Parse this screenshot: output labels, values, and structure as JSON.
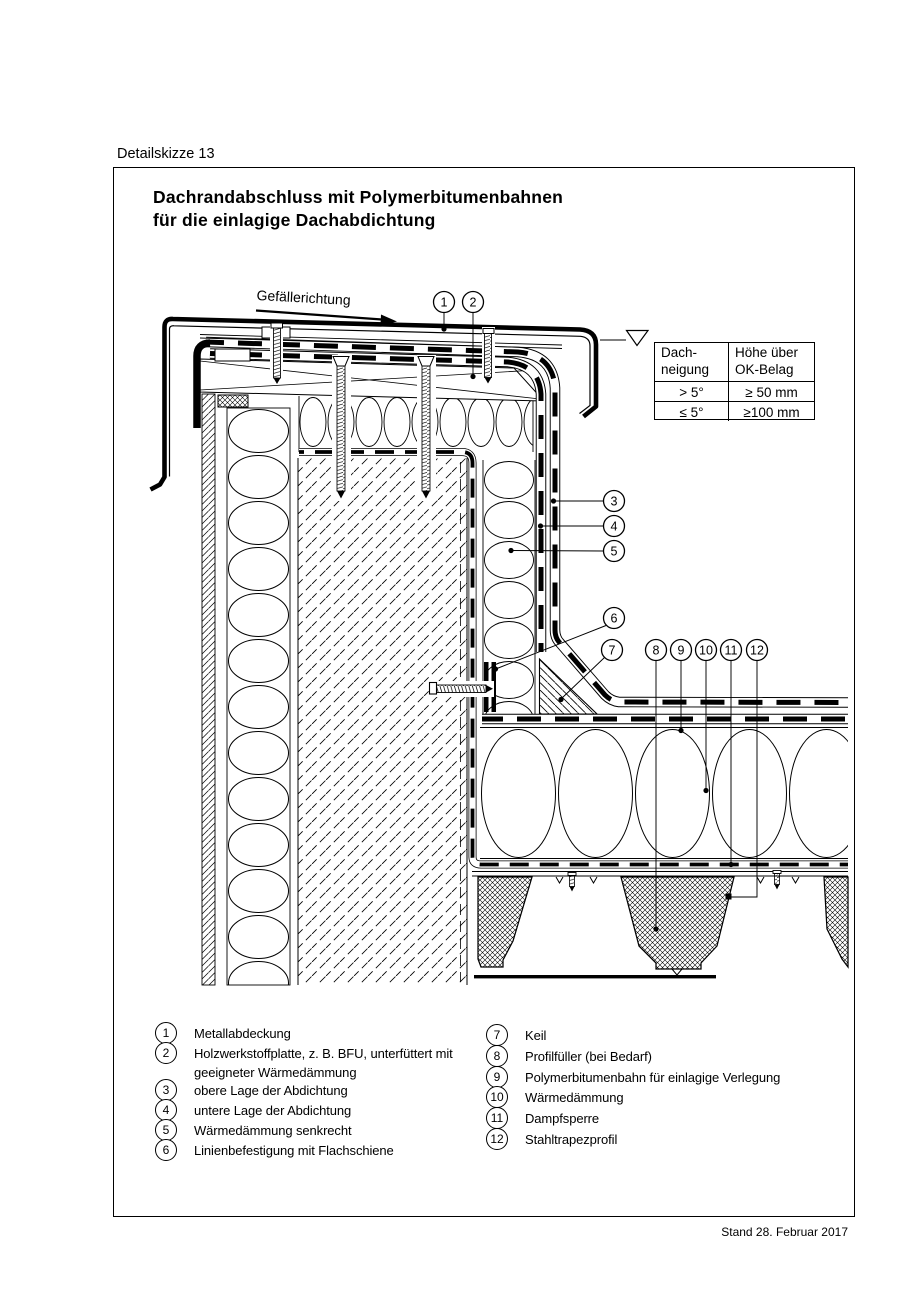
{
  "page": {
    "header": "Detailskizze 13",
    "footer": "Stand 28. Februar 2017"
  },
  "title": {
    "line1": "Dachrandabschluss mit Polymerbitumenbahnen",
    "line2": "für die einlagige Dachabdichtung"
  },
  "drawing": {
    "slope_label": "Gefällerichtung"
  },
  "table": {
    "col1_header_line1": "Dach-",
    "col1_header_line2": "neigung",
    "col2_header_line1": "Höhe über",
    "col2_header_line2": "OK-Belag",
    "rows": [
      {
        "slope": "> 5°",
        "height": "≥ 50 mm"
      },
      {
        "slope": "≤ 5°",
        "height": "≥100 mm"
      }
    ]
  },
  "callouts": [
    {
      "n": "1"
    },
    {
      "n": "2"
    },
    {
      "n": "3"
    },
    {
      "n": "4"
    },
    {
      "n": "5"
    },
    {
      "n": "6"
    },
    {
      "n": "7"
    },
    {
      "n": "8"
    },
    {
      "n": "9"
    },
    {
      "n": "10"
    },
    {
      "n": "11"
    },
    {
      "n": "12"
    }
  ],
  "legend": {
    "left": [
      {
        "n": "1",
        "text": "Metallabdeckung"
      },
      {
        "n": "2",
        "text": "Holzwerkstoffplatte, z. B. BFU, unterfüttert mit geeigneter Wärmedämmung"
      },
      {
        "n": "3",
        "text": "obere Lage der Abdichtung"
      },
      {
        "n": "4",
        "text": "untere Lage der Abdichtung"
      },
      {
        "n": "5",
        "text": "Wärmedämmung senkrecht"
      },
      {
        "n": "6",
        "text": "Linienbefestigung mit Flachschiene"
      }
    ],
    "right": [
      {
        "n": "7",
        "text": "Keil"
      },
      {
        "n": "8",
        "text": "Profilfüller (bei Bedarf)"
      },
      {
        "n": "9",
        "text": "Polymerbitumenbahn für einlagige Verlegung"
      },
      {
        "n": "10",
        "text": "Wärmedämmung"
      },
      {
        "n": "11",
        "text": "Dampfsperre"
      },
      {
        "n": "12",
        "text": "Stahltrapezprofil"
      }
    ]
  },
  "colors": {
    "ink": "#000000",
    "paper": "#ffffff"
  }
}
